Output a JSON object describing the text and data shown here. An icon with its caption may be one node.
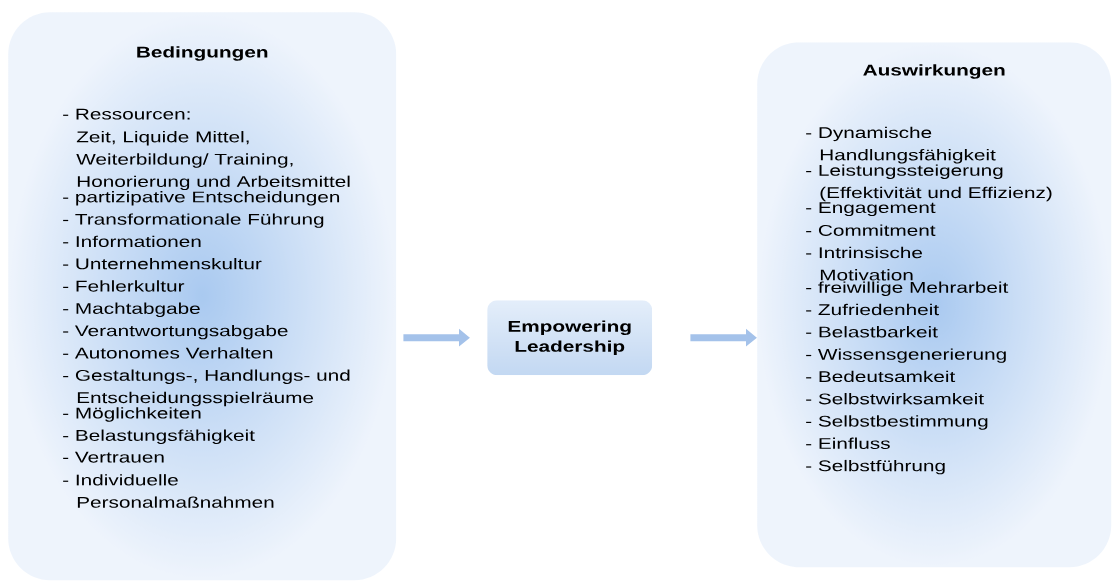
{
  "diagram": {
    "nodes": [
      {
        "text": [
          "Bedingungen",
          "- Ressourcen:",
          "Zeit, Liquide Mittel, Weiterbildung/ Training, Honorierung und Arbeitsmittel",
          "- partizipative Entscheidungen",
          "- Transformationale Führung",
          "- Informationen",
          "- Unternehmenskultur",
          "- Fehlerkultur",
          "- Machtabgabe",
          "- Verantwortungsabgabe",
          "- Autonomes Verhalten",
          "- Gestaltungs-, Handlungs- und Entscheidungsspielräume",
          "- Möglichkeiten",
          "- Belastungsfähigkeit",
          "- Vertrauen",
          "- Individuelle Personalmaßnahmen"
        ]
      },
      {
        "text": [
          "Empowering Leadership"
        ]
      },
      {
        "text": [
          "Auswirkungen",
          "- Dynamische Handlungsfähigkeit",
          "- Leistungssteigerung (Effektivität und Effizienz)",
          "- Engagement",
          "- Commitment",
          "- Intrinsische Motivation",
          "- freiwillige Mehrarbeit",
          "- Zufriedenheit",
          "- Belastbarkeit",
          "- Wissensgenerierung",
          "- Bedeutsamkeit",
          "- Selbstwirksamkeit",
          "- Selbstbestimmung",
          "- Einfluss",
          "- Selbstführung"
        ]
      }
    ],
    "edges": [
      {
        "from": 0,
        "to": 1,
        "arrow": "to"
      },
      {
        "from": 1,
        "to": 2,
        "arrow": "to"
      }
    ]
  }
}
